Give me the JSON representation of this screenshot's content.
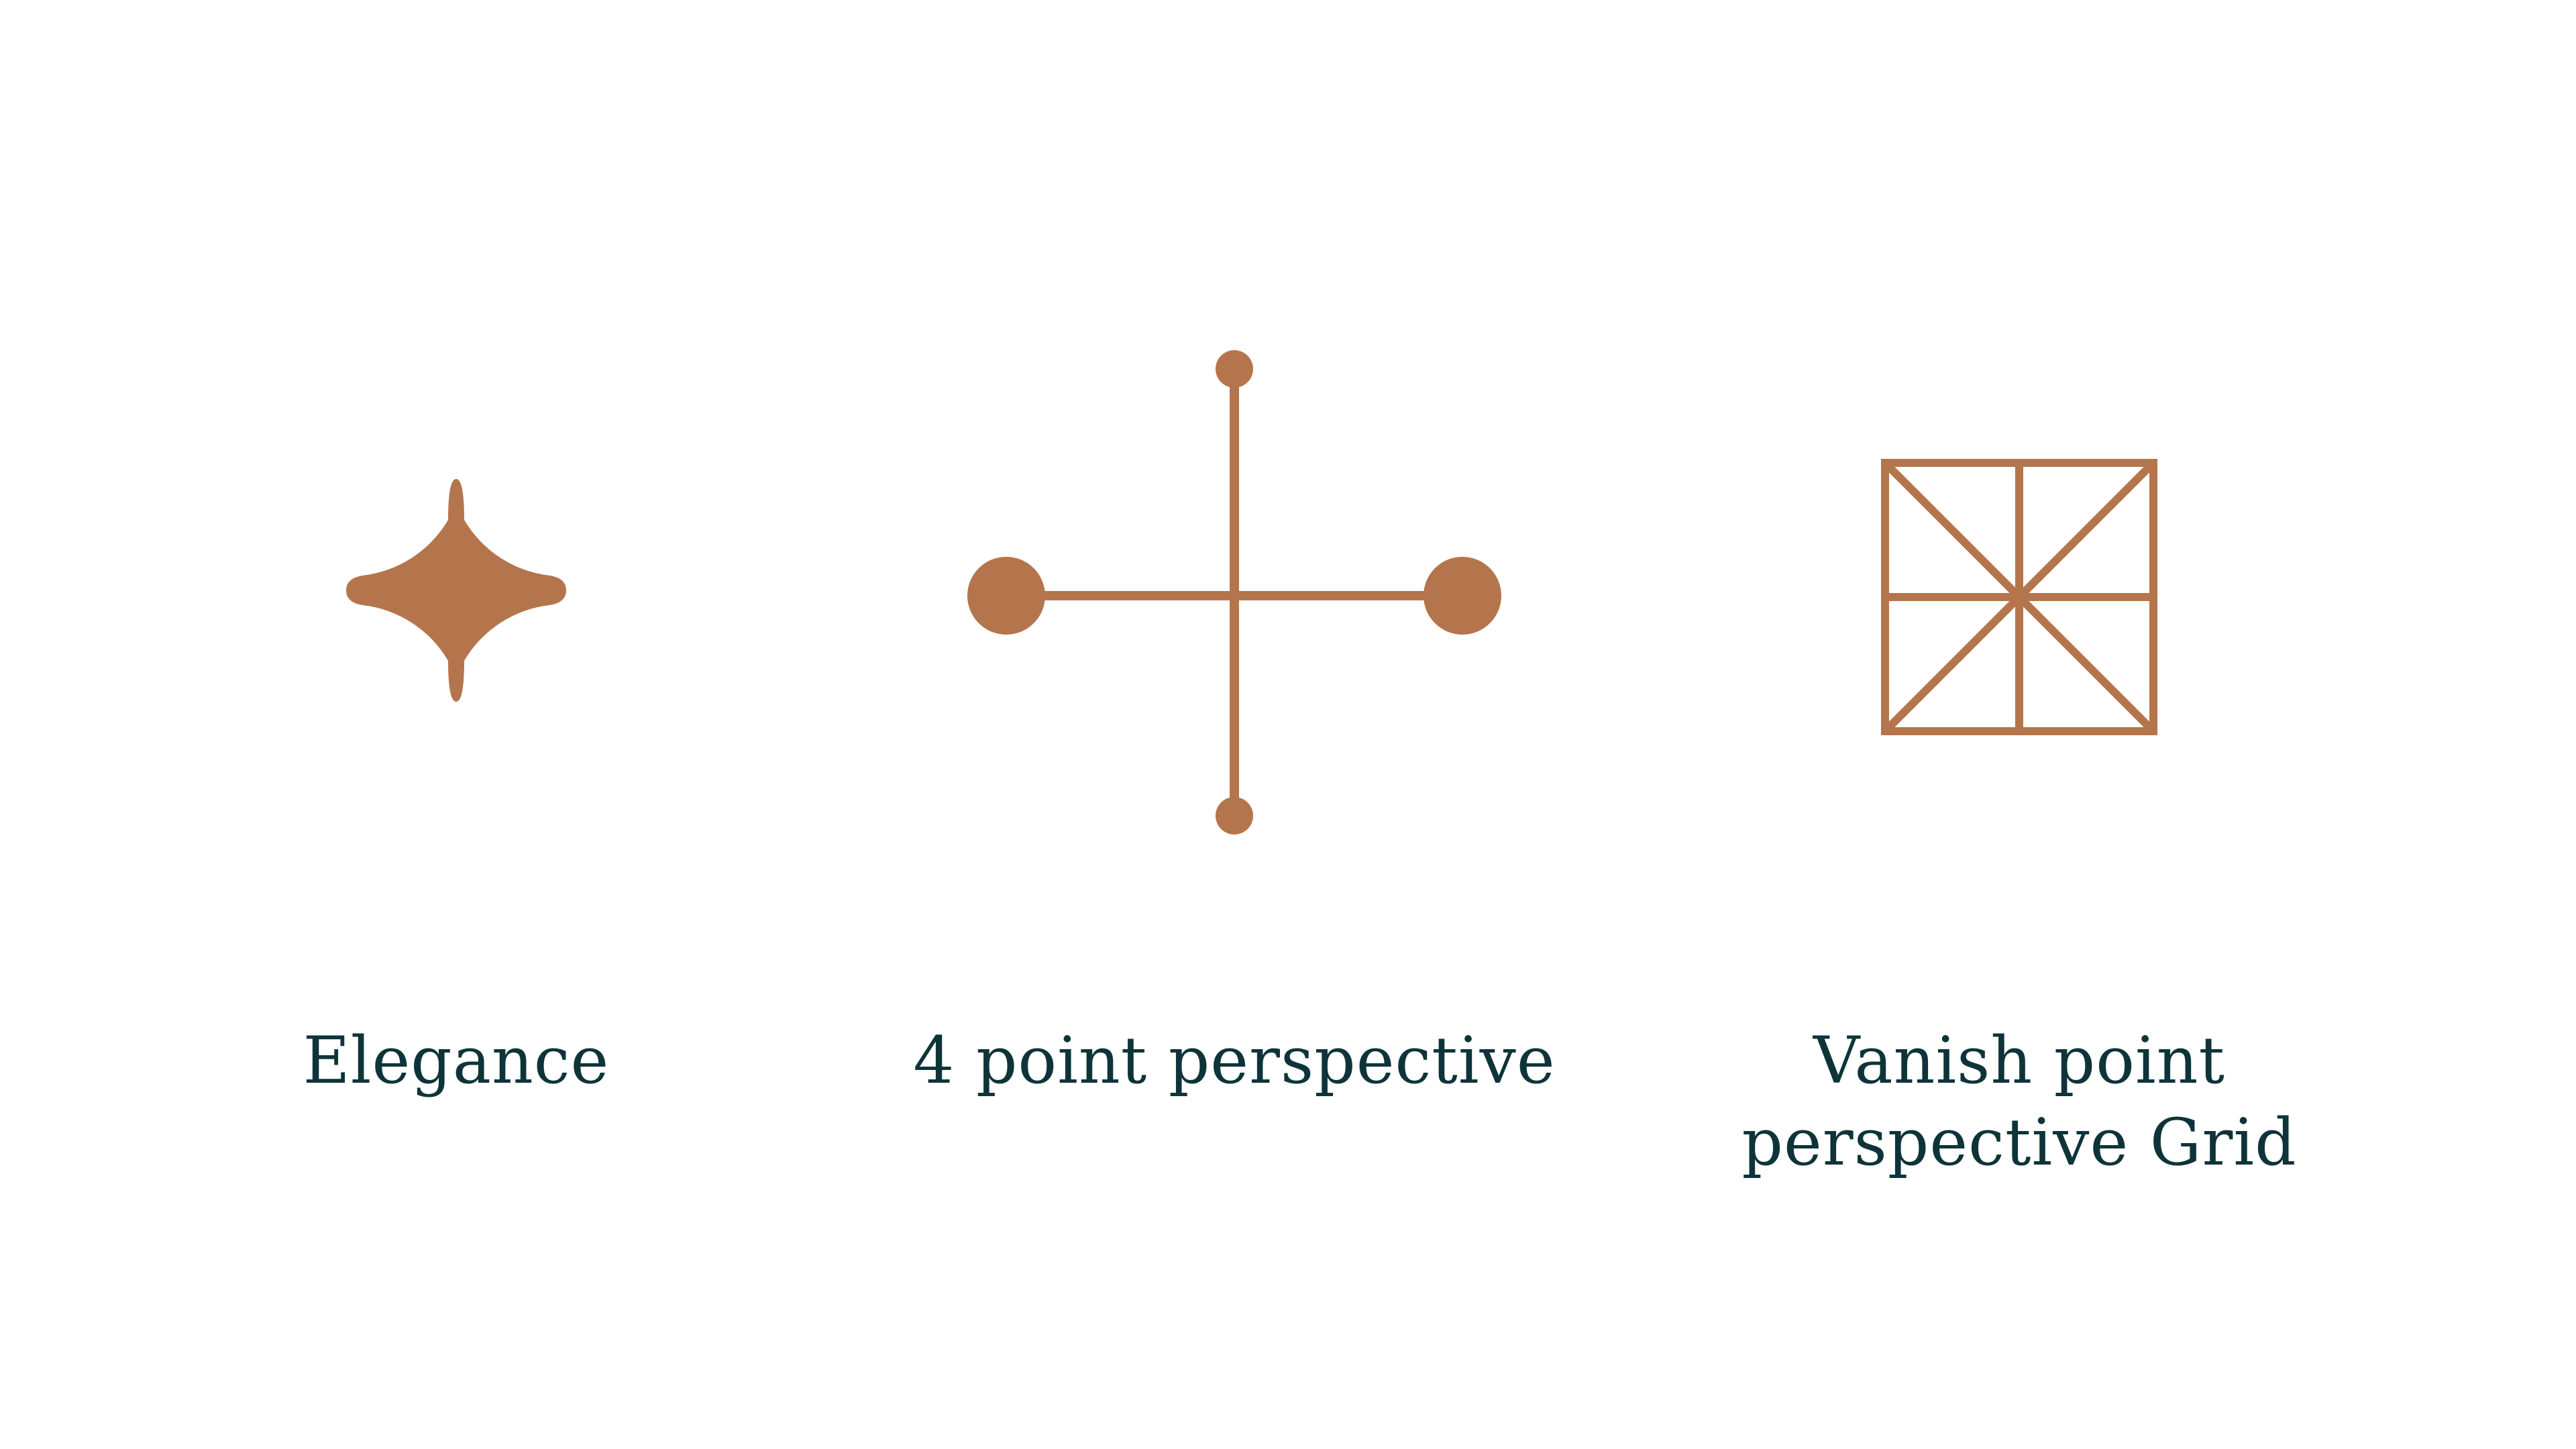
{
  "colors": {
    "accent": "#b5754c",
    "text": "#0e3439",
    "background": "#ffffff"
  },
  "items": [
    {
      "icon": "four-point-star-icon",
      "caption": "Elegance"
    },
    {
      "icon": "four-point-perspective-cross-icon",
      "caption": "4 point perspective"
    },
    {
      "icon": "vanishing-point-grid-icon",
      "caption_lines": [
        "Vanish point",
        "perspective Grid"
      ]
    }
  ]
}
